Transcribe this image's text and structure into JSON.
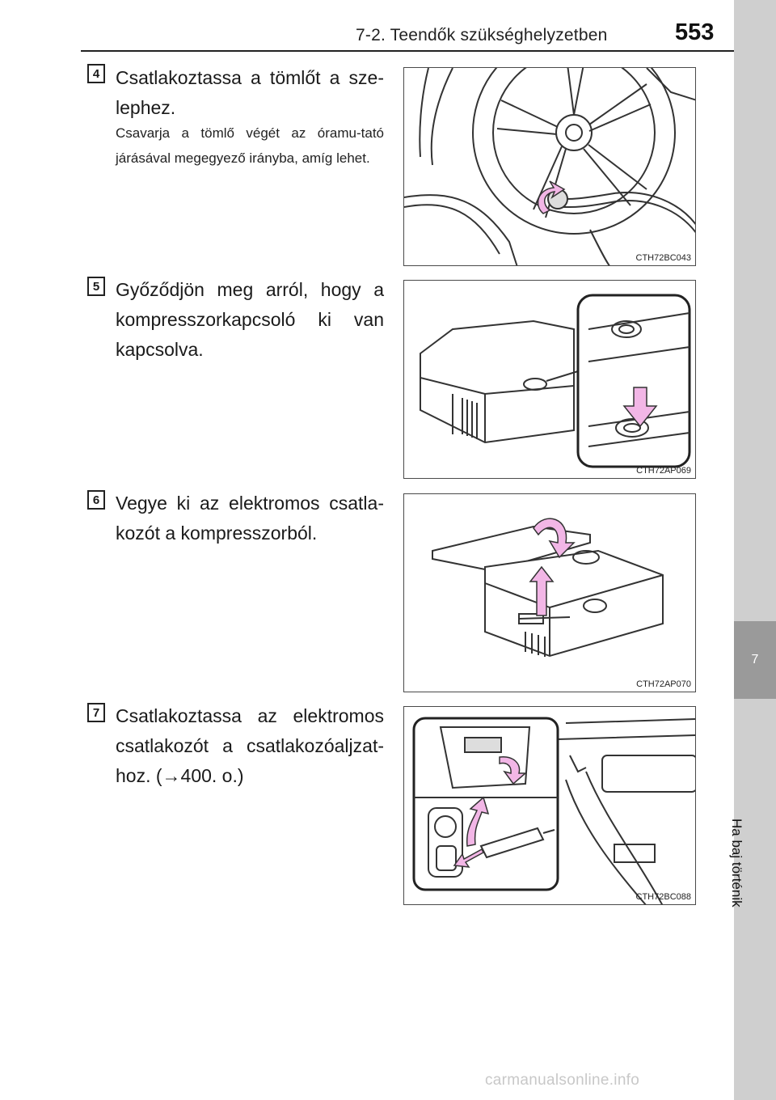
{
  "header": {
    "section_title": "7-2. Teendők szükséghelyzetben",
    "page_number": "553"
  },
  "side_tab": {
    "chapter_number": "7",
    "chapter_title": "Ha baj történik"
  },
  "steps": [
    {
      "badge": "4",
      "text": "Csatlakoztassa a tömlőt a sze-lephez.",
      "note": "Csavarja a tömlő végét az óramu-tató járásával megegyező irányba, amíg lehet.",
      "figure_code": "CTH72BC043"
    },
    {
      "badge": "5",
      "text": "Győződjön meg arról, hogy a kompresszorkapcsoló ki van kapcsolva.",
      "figure_code": "CTH72AP069"
    },
    {
      "badge": "6",
      "text": "Vegye ki az elektromos csatla-kozót a kompresszorból.",
      "figure_code": "CTH72AP070"
    },
    {
      "badge": "7",
      "text": "Csatlakoztassa az elektromos csatlakozót a csatlakozóaljzat-hoz. (→400. o.)",
      "figure_code": "CTH72BC088"
    }
  ],
  "watermark": "carmanualsonline.info",
  "colors": {
    "arrow_pink": "#f2b6e6",
    "side_tab": "#cfcfcf",
    "side_tab_dark": "#9a9a9a"
  }
}
